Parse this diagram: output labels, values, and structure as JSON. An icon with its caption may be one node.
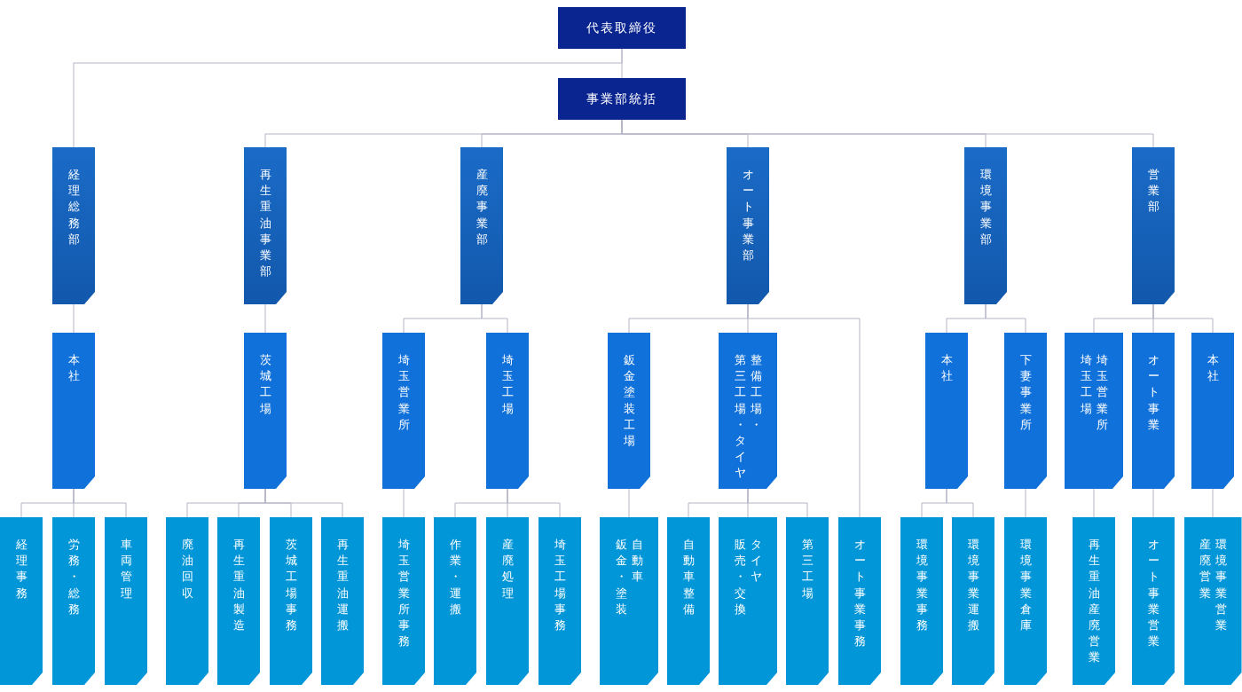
{
  "diagram": {
    "nodes": [
      {
        "text": [
          "代表取締役"
        ]
      },
      {
        "text": [
          "事業部統括"
        ]
      },
      {
        "text": [
          "経理総務部"
        ]
      },
      {
        "text": [
          "再生重油事業部"
        ]
      },
      {
        "text": [
          "産廃事業部"
        ]
      },
      {
        "text": [
          "オート事業部"
        ]
      },
      {
        "text": [
          "環境事業部"
        ]
      },
      {
        "text": [
          "営業部"
        ]
      },
      {
        "text": [
          "本社"
        ]
      },
      {
        "text": [
          "茨城工場"
        ]
      },
      {
        "text": [
          "埼玉営業所"
        ]
      },
      {
        "text": [
          "埼玉工場"
        ]
      },
      {
        "text": [
          "鈑金塗装工場"
        ]
      },
      {
        "text": [
          "第三工場・タイヤ",
          "整備工場・"
        ]
      },
      {
        "text": [
          "本社"
        ]
      },
      {
        "text": [
          "下妻事業所"
        ]
      },
      {
        "text": [
          "埼玉工場",
          "埼玉営業所"
        ]
      },
      {
        "text": [
          "オート事業"
        ]
      },
      {
        "text": [
          "本社"
        ]
      },
      {
        "text": [
          "経理事務"
        ]
      },
      {
        "text": [
          "労務・総務"
        ]
      },
      {
        "text": [
          "車両管理"
        ]
      },
      {
        "text": [
          "廃油回収"
        ]
      },
      {
        "text": [
          "再生重油製造"
        ]
      },
      {
        "text": [
          "茨城工場事務"
        ]
      },
      {
        "text": [
          "再生重油運搬"
        ]
      },
      {
        "text": [
          "埼玉営業所事務"
        ]
      },
      {
        "text": [
          "作業・運搬"
        ]
      },
      {
        "text": [
          "産廃処理"
        ]
      },
      {
        "text": [
          "埼玉工場事務"
        ]
      },
      {
        "text": [
          "鈑金・塗装",
          "自動車"
        ]
      },
      {
        "text": [
          "自動車整備"
        ]
      },
      {
        "text": [
          "販売・交換",
          "タイヤ"
        ]
      },
      {
        "text": [
          "第三工場"
        ]
      },
      {
        "text": [
          "オート事業事務"
        ]
      },
      {
        "text": [
          "環境事業事務"
        ]
      },
      {
        "text": [
          "環境事業運搬"
        ]
      },
      {
        "text": [
          "環境事業倉庫"
        ]
      },
      {
        "text": [
          "再生重油産廃営業"
        ]
      },
      {
        "text": [
          "オート事業営業"
        ]
      },
      {
        "text": [
          "産廃営業",
          "環境事業営業"
        ]
      }
    ],
    "edges": [
      {
        "from": 0,
        "to": 1,
        "arrow": "none"
      },
      {
        "from": 0,
        "to": 2,
        "arrow": "none"
      },
      {
        "from": 1,
        "to": 3,
        "arrow": "none"
      },
      {
        "from": 1,
        "to": 4,
        "arrow": "none"
      },
      {
        "from": 1,
        "to": 5,
        "arrow": "none"
      },
      {
        "from": 1,
        "to": 6,
        "arrow": "none"
      },
      {
        "from": 1,
        "to": 7,
        "arrow": "none"
      },
      {
        "from": 2,
        "to": 8,
        "arrow": "none"
      },
      {
        "from": 3,
        "to": 9,
        "arrow": "none"
      },
      {
        "from": 4,
        "to": 10,
        "arrow": "none"
      },
      {
        "from": 4,
        "to": 11,
        "arrow": "none"
      },
      {
        "from": 5,
        "to": 12,
        "arrow": "none"
      },
      {
        "from": 5,
        "to": 13,
        "arrow": "none"
      },
      {
        "from": 5,
        "to": 34,
        "arrow": "none"
      },
      {
        "from": 6,
        "to": 14,
        "arrow": "none"
      },
      {
        "from": 6,
        "to": 15,
        "arrow": "none"
      },
      {
        "from": 7,
        "to": 16,
        "arrow": "none"
      },
      {
        "from": 7,
        "to": 17,
        "arrow": "none"
      },
      {
        "from": 7,
        "to": 18,
        "arrow": "none"
      },
      {
        "from": 8,
        "to": 19,
        "arrow": "none"
      },
      {
        "from": 8,
        "to": 20,
        "arrow": "none"
      },
      {
        "from": 8,
        "to": 21,
        "arrow": "none"
      },
      {
        "from": 9,
        "to": 22,
        "arrow": "none"
      },
      {
        "from": 9,
        "to": 23,
        "arrow": "none"
      },
      {
        "from": 9,
        "to": 24,
        "arrow": "none"
      },
      {
        "from": 9,
        "to": 25,
        "arrow": "none"
      },
      {
        "from": 10,
        "to": 26,
        "arrow": "none"
      },
      {
        "from": 11,
        "to": 27,
        "arrow": "none"
      },
      {
        "from": 11,
        "to": 28,
        "arrow": "none"
      },
      {
        "from": 11,
        "to": 29,
        "arrow": "none"
      },
      {
        "from": 12,
        "to": 30,
        "arrow": "none"
      },
      {
        "from": 13,
        "to": 31,
        "arrow": "none"
      },
      {
        "from": 13,
        "to": 32,
        "arrow": "none"
      },
      {
        "from": 13,
        "to": 33,
        "arrow": "none"
      },
      {
        "from": 14,
        "to": 35,
        "arrow": "none"
      },
      {
        "from": 14,
        "to": 36,
        "arrow": "none"
      },
      {
        "from": 15,
        "to": 37,
        "arrow": "none"
      },
      {
        "from": 16,
        "to": 38,
        "arrow": "none"
      },
      {
        "from": 17,
        "to": 39,
        "arrow": "none"
      },
      {
        "from": 18,
        "to": 40,
        "arrow": "none"
      }
    ]
  }
}
